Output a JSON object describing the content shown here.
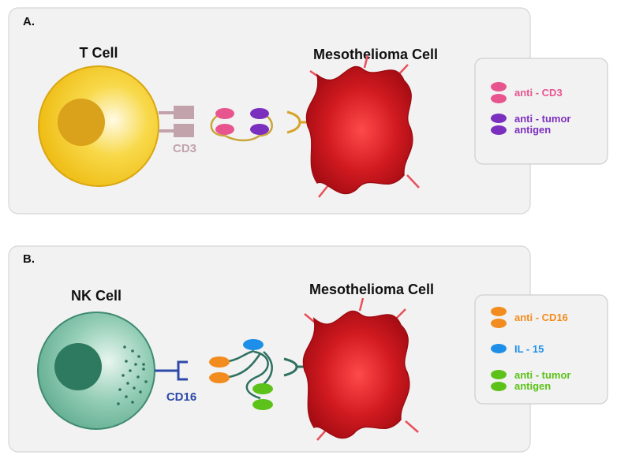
{
  "panel_a": {
    "letter": "A.",
    "effector_title": "T Cell",
    "target_title": "Mesothelioma Cell",
    "receptor_label": "CD3",
    "legend": [
      {
        "lines": [
          "anti - CD3"
        ],
        "color": "#e8548e",
        "shape": "ellipse-pair"
      },
      {
        "lines": [
          "anti - tumor",
          "antigen"
        ],
        "color": "#7b2fbe",
        "shape": "ellipse-pair"
      }
    ]
  },
  "panel_b": {
    "letter": "B.",
    "effector_title": "NK Cell",
    "target_title": "Mesothelioma Cell",
    "receptor_label": "CD16",
    "legend": [
      {
        "lines": [
          "anti - CD16"
        ],
        "color": "#f28c1e",
        "shape": "ellipse-pair"
      },
      {
        "lines": [
          "IL - 15"
        ],
        "color": "#1e8fe8",
        "shape": "ellipse-single"
      },
      {
        "lines": [
          "anti - tumor",
          "antigen"
        ],
        "color": "#5cc21a",
        "shape": "ellipse-pair"
      }
    ]
  },
  "colors": {
    "t_cell": "#f3c81f",
    "t_nucleus": "#d9a21a",
    "nk_cell": "#4fa88a",
    "nk_nucleus": "#2e7a60",
    "tumor": "#c0161c",
    "tumor_edge": "#e8505a",
    "cd3_receptor": "#c2a3ac",
    "cd16_receptor": "#2e4aa8",
    "tumor_receptor_a": "#d7a32a",
    "tumor_receptor_b": "#2e7060",
    "linker_a": "#c9a53a",
    "linker_b": "#2e7060"
  }
}
